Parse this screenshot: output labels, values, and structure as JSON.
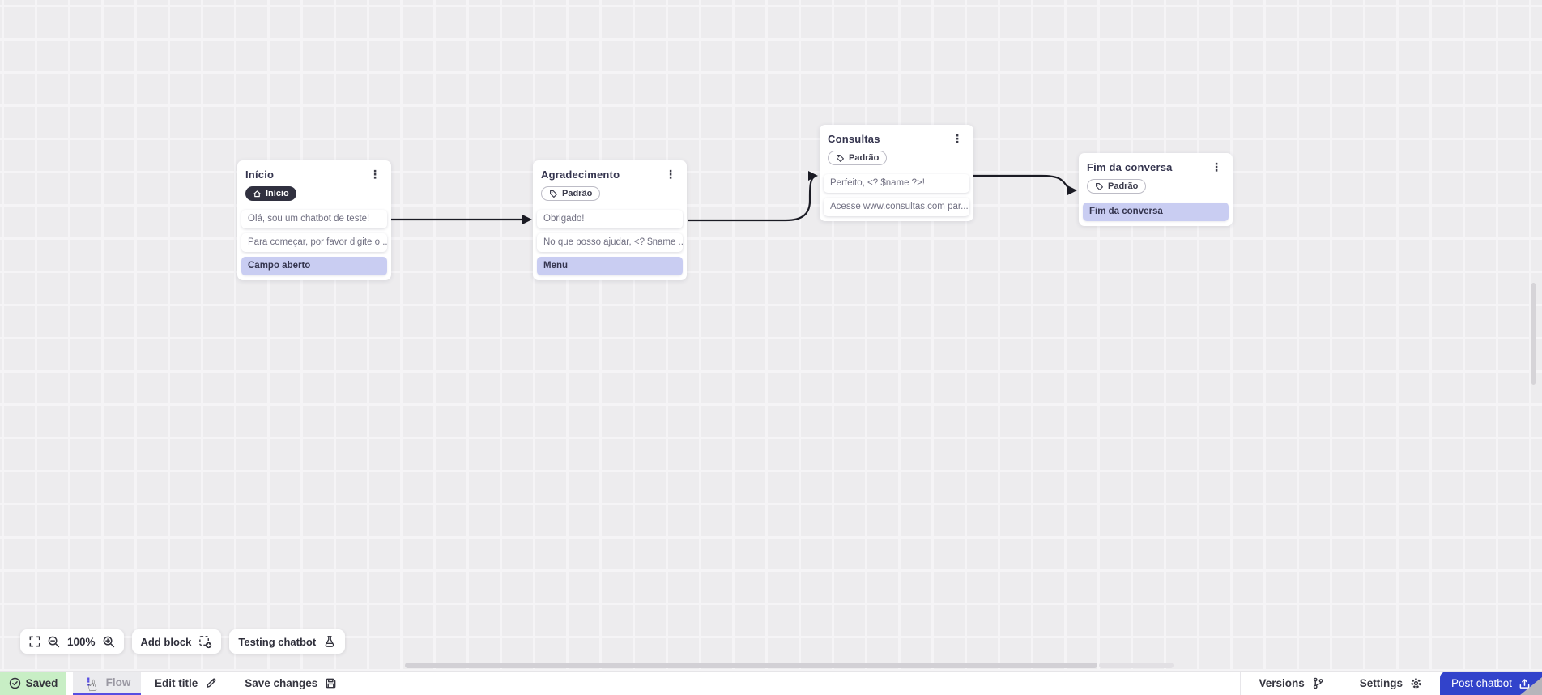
{
  "canvas": {
    "nodes": [
      {
        "title": "Início",
        "badge": {
          "icon": "home-icon",
          "label": "Início"
        },
        "cards": [
          {
            "type": "message",
            "text": "Olá, sou um chatbot de teste!"
          },
          {
            "type": "message",
            "text": "Para começar, por favor digite o ..."
          },
          {
            "type": "action",
            "text": "Campo aberto"
          }
        ]
      },
      {
        "title": "Agradecimento",
        "badge": {
          "icon": "tag-icon",
          "label": "Padrão"
        },
        "cards": [
          {
            "type": "message",
            "text": "Obrigado!"
          },
          {
            "type": "message",
            "text": "No que posso ajudar, <? $name ..."
          },
          {
            "type": "action",
            "text": "Menu"
          }
        ]
      },
      {
        "title": "Consultas",
        "badge": {
          "icon": "tag-icon",
          "label": "Padrão"
        },
        "cards": [
          {
            "type": "message",
            "text": "Perfeito, <? $name ?>!"
          },
          {
            "type": "message",
            "text": "Acesse www.consultas.com par..."
          }
        ]
      },
      {
        "title": "Fim da conversa",
        "badge": {
          "icon": "tag-icon",
          "label": "Padrão"
        },
        "cards": [
          {
            "type": "action",
            "text": "Fim da conversa"
          }
        ]
      }
    ],
    "connections": [
      {
        "from": "Início",
        "to": "Agradecimento"
      },
      {
        "from": "Agradecimento",
        "to": "Consultas"
      },
      {
        "from": "Consultas",
        "to": "Fim da conversa"
      }
    ]
  },
  "toolbar": {
    "zoom_level": "100%",
    "add_block": "Add block",
    "testing_chatbot": "Testing chatbot"
  },
  "bottom_bar": {
    "saved": "Saved",
    "flow_tab": "Flow",
    "edit_title": "Edit title",
    "save_changes": "Save changes",
    "versions": "Versions",
    "settings": "Settings",
    "post_chatbot": "Post chatbot"
  },
  "colors": {
    "accent_indigo": "#574ee2",
    "post_button_blue": "#3243cb",
    "saved_green_bg": "#c8eec5",
    "action_card_bg": "#c9cdf2",
    "badge_dark_bg": "#30303f",
    "edge_color": "#1b1b24",
    "canvas_bg": "#edecee"
  }
}
